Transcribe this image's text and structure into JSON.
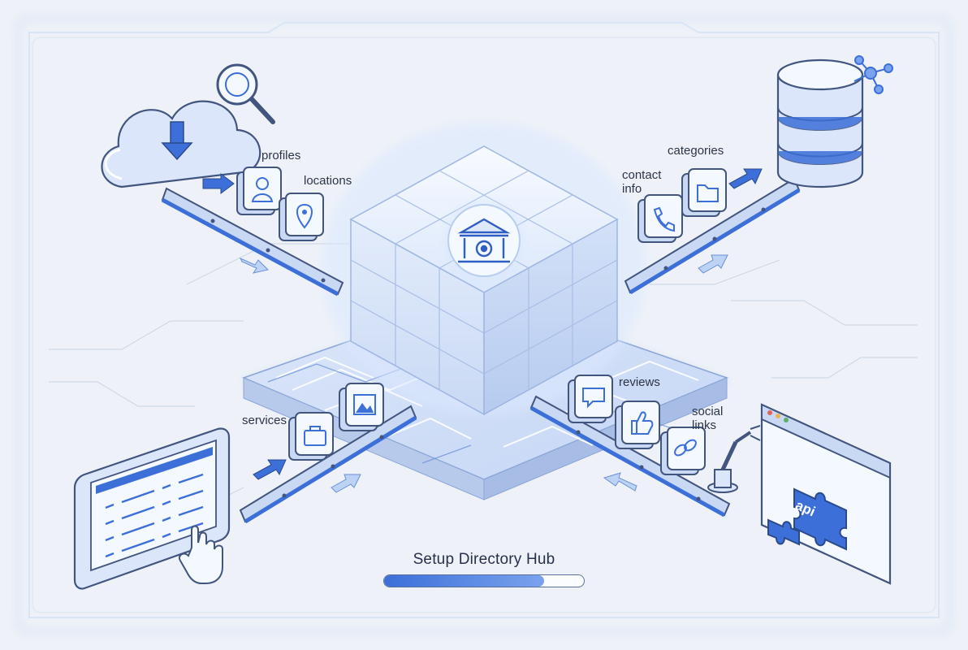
{
  "labels": {
    "profiles": "profiles",
    "locations": "locations",
    "categories": "categories",
    "contact_info": "contact info",
    "services": "services",
    "reviews": "reviews",
    "social_links": "social links",
    "api": "api"
  },
  "hub": {
    "title": "Setup Directory Hub",
    "progress": 0.8
  },
  "colors": {
    "accent": "#3c6fd8",
    "accent_light": "#c7d8f6",
    "line": "#42557f",
    "background": "#eef1f7"
  },
  "icons": [
    "cloud-download-icon",
    "magnifier-icon",
    "database-icon",
    "network-node-icon",
    "bank-gear-icon",
    "tablet-icon",
    "hand-pointer-icon",
    "browser-window-icon",
    "puzzle-icon",
    "robot-arm-icon",
    "user-icon",
    "location-pin-icon",
    "folder-icon",
    "phone-icon",
    "image-icon",
    "briefcase-icon",
    "chat-icon",
    "thumbs-up-icon",
    "link-icon",
    "arrow-icon"
  ]
}
